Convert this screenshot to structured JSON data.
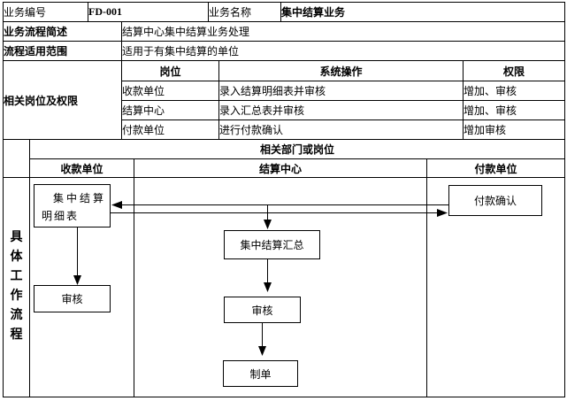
{
  "meta_table": {
    "business_no_label": "业务编号",
    "business_no_value": "FD-001",
    "business_name_label": "业务名称",
    "business_name_value": "集中结算业务",
    "summary_label": "业务流程简述",
    "summary_value": "结算中心集中结算业务处理",
    "scope_label": "流程适用范围",
    "scope_value": "适用于有集中结算的单位"
  },
  "roles_table": {
    "section_label": "相关岗位及权限",
    "headers": {
      "post": "岗位",
      "operation": "系统操作",
      "permission": "权限"
    },
    "rows": [
      {
        "post": "收款单位",
        "operation": "录入结算明细表并审核",
        "permission": "增加、审核"
      },
      {
        "post": "结算中心",
        "operation": "录入汇总表并审核",
        "permission": "增加、审核"
      },
      {
        "post": "付款单位",
        "operation": "进行付款确认",
        "permission": "增加审核"
      }
    ]
  },
  "flow_section": {
    "header": "相关部门或岗位",
    "columns": [
      "收款单位",
      "结算中心",
      "付款单位"
    ],
    "side_label": "具体工作流程",
    "side_label_chars": [
      "具",
      "体",
      "工",
      "作",
      "流",
      "程"
    ],
    "nodes": {
      "detail_line1": "集中结算",
      "detail_line2": "明细表",
      "audit_left": "审核",
      "summary": "集中结算汇总",
      "audit_center": "审核",
      "voucher": "制单",
      "payment_confirm": "付款确认"
    }
  },
  "colors": {
    "border": "#000000",
    "background": "#ffffff",
    "text": "#000000"
  }
}
